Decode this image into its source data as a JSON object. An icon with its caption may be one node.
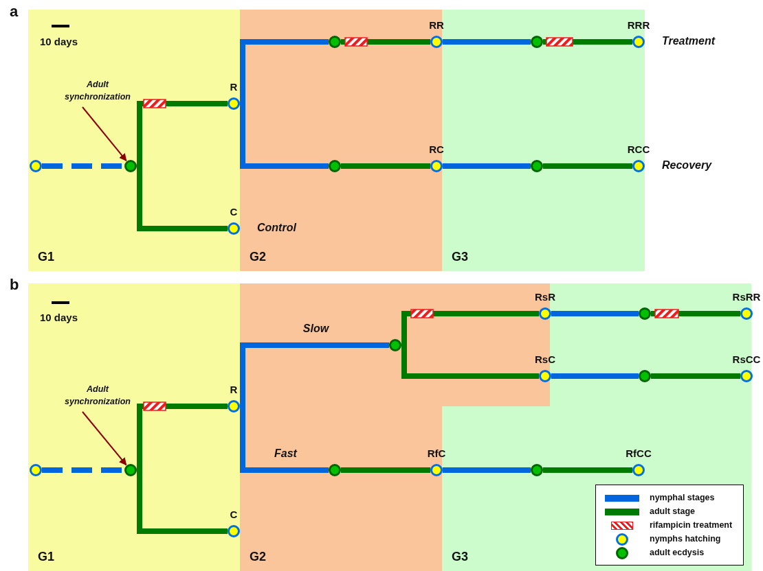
{
  "diagram": {
    "nodes": [
      {
        "text": [
          "G1"
        ]
      },
      {
        "text": [
          "G2"
        ]
      },
      {
        "text": [
          "G3"
        ]
      },
      {
        "text": [
          "Adult synchronization"
        ],
        "in": 0
      },
      {
        "text": [],
        "shape": "circle",
        "in": 0
      },
      {
        "text": [],
        "shape": "circle",
        "in": 0
      },
      {
        "text": [
          "R"
        ],
        "in": 0
      },
      {
        "text": [
          "C"
        ],
        "in": 0,
        "beside": [
          "Control"
        ]
      },
      {
        "text": [],
        "shape": "circle",
        "in": 1
      },
      {
        "text": [],
        "shape": "circle",
        "in": 1
      },
      {
        "text": [
          "RR"
        ],
        "in": 1
      },
      {
        "text": [
          "RC"
        ],
        "in": 1
      },
      {
        "text": [],
        "shape": "circle",
        "in": 2
      },
      {
        "text": [],
        "shape": "circle",
        "in": 2
      },
      {
        "text": [
          "RRR"
        ],
        "in": 2,
        "beside": [
          "Treatment"
        ]
      },
      {
        "text": [
          "RCC"
        ],
        "in": 2,
        "beside": [
          "Recovery"
        ]
      },
      {
        "text": [
          "G1"
        ]
      },
      {
        "text": [
          "G2"
        ]
      },
      {
        "text": [
          "G3"
        ]
      },
      {
        "text": [
          "Adult synchronization"
        ],
        "in": 16
      },
      {
        "text": [],
        "shape": "circle",
        "in": 16
      },
      {
        "text": [],
        "shape": "circle",
        "in": 16
      },
      {
        "text": [
          "R"
        ],
        "in": 16
      },
      {
        "text": [
          "C"
        ],
        "in": 16
      },
      {
        "text": [],
        "shape": "circle",
        "in": 17
      },
      {
        "text": [],
        "shape": "circle",
        "in": 17
      },
      {
        "text": [
          "RsR"
        ],
        "in": 17
      },
      {
        "text": [
          "RsC"
        ],
        "in": 17
      },
      {
        "text": [
          "RfC"
        ],
        "in": 17
      },
      {
        "text": [],
        "shape": "circle",
        "in": 18
      },
      {
        "text": [],
        "shape": "circle",
        "in": 18
      },
      {
        "text": [],
        "shape": "circle",
        "in": 18
      },
      {
        "text": [
          "RsRR"
        ],
        "in": 18
      },
      {
        "text": [
          "RsCC"
        ],
        "in": 18
      },
      {
        "text": [
          "RfCC"
        ],
        "in": 18
      }
    ],
    "edges": [
      {
        "from": 3,
        "to": 5,
        "arrow": "to",
        "color": "#8b0000"
      },
      {
        "from": 4,
        "to": 5,
        "arrow": "none",
        "style": "dashed",
        "color": "#0066dd"
      },
      {
        "from": 5,
        "to": 6,
        "arrow": "none"
      },
      {
        "from": 5,
        "to": 7,
        "arrow": "none"
      },
      {
        "from": 6,
        "to": 8,
        "arrow": "none",
        "color": "#0066dd"
      },
      {
        "from": 6,
        "to": 9,
        "arrow": "none",
        "color": "#0066dd"
      },
      {
        "from": 8,
        "to": 10,
        "arrow": "none"
      },
      {
        "from": 9,
        "to": 11,
        "arrow": "none"
      },
      {
        "from": 10,
        "to": 12,
        "arrow": "none",
        "color": "#0066dd"
      },
      {
        "from": 11,
        "to": 13,
        "arrow": "none",
        "color": "#0066dd"
      },
      {
        "from": 12,
        "to": 14,
        "arrow": "none"
      },
      {
        "from": 13,
        "to": 15,
        "arrow": "none"
      },
      {
        "from": 19,
        "to": 21,
        "arrow": "to",
        "color": "#8b0000"
      },
      {
        "from": 20,
        "to": 21,
        "arrow": "none",
        "style": "dashed",
        "color": "#0066dd"
      },
      {
        "from": 21,
        "to": 22,
        "arrow": "none"
      },
      {
        "from": 21,
        "to": 23,
        "arrow": "none"
      },
      {
        "from": 22,
        "to": 24,
        "arrow": "none",
        "color": "#0066dd",
        "label": "Slow"
      },
      {
        "from": 22,
        "to": 25,
        "arrow": "none",
        "color": "#0066dd",
        "label": "Fast"
      },
      {
        "from": 24,
        "to": 26,
        "arrow": "none"
      },
      {
        "from": 24,
        "to": 27,
        "arrow": "none"
      },
      {
        "from": 26,
        "to": 29,
        "arrow": "none",
        "color": "#0066dd"
      },
      {
        "from": 27,
        "to": 30,
        "arrow": "none",
        "color": "#0066dd"
      },
      {
        "from": 29,
        "to": 32,
        "arrow": "none"
      },
      {
        "from": 30,
        "to": 33,
        "arrow": "none"
      },
      {
        "from": 25,
        "to": 28,
        "arrow": "none"
      },
      {
        "from": 28,
        "to": 31,
        "arrow": "none",
        "color": "#0066dd"
      },
      {
        "from": 31,
        "to": 34,
        "arrow": "none"
      }
    ],
    "labels": [
      "a",
      "10 days",
      "b",
      "10 days"
    ],
    "legend": [
      {
        "text": "nymphal stages",
        "color": "#0066dd"
      },
      {
        "text": "adult stage",
        "color": "#007a00"
      },
      {
        "text": "rifampicin treatment"
      },
      {
        "text": "nymphs hatching"
      },
      {
        "text": "adult ecdysis"
      }
    ]
  }
}
